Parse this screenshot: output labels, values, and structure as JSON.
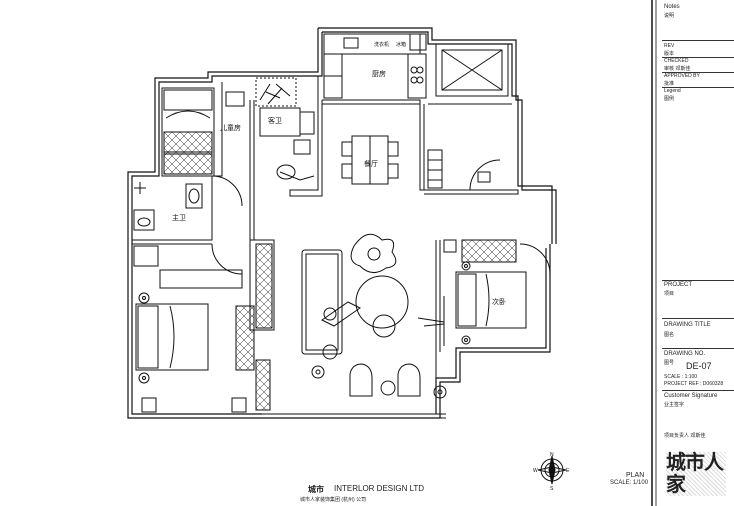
{
  "rooms": {
    "kids_room": "儿童房",
    "guest_bath": "客卫",
    "kitchen": "厨房",
    "dining": "餐厅",
    "master_bath": "主卫",
    "second_bedroom": "次卧",
    "fridge_label": "冰箱",
    "washer_label": "洗衣机"
  },
  "titleblock": {
    "notes": "Notes",
    "notes_val": "说明",
    "rev": "REV",
    "rev_val": "版本",
    "checked": "CHECKED",
    "checked_val": "审核 邓斯佳",
    "approved_by": "APPROVED BY",
    "approved_val": "批准",
    "legend": "Legend",
    "legend_val": "图例",
    "project": "PROJECT",
    "project_val": "项目",
    "drawing_title": "DRAWING TITLE",
    "drawing_title_val": "图名",
    "drawing_no": "DRAWING NO.",
    "drawing_no_val": "图号",
    "drawing_no_code": "DE-07",
    "scale": "SCALE : 1:100",
    "project_ref": "PROJECT REF : D060328",
    "customer_signature": "Customer Signature",
    "customer_val": "业主签字",
    "stamp_text": "项目负责人  邓斯佳",
    "logo_text": "城市人家"
  },
  "company": {
    "logo_mark": "城市",
    "name": "INTERLOR DESIGN LTD",
    "subtitle": "城市人家装饰集团 (杭州) 公司"
  },
  "plan_info": {
    "plan_label": "PLAN",
    "scale_label": "SCALE: 1/100"
  },
  "compass": {
    "n": "N",
    "s": "S",
    "e": "E",
    "w": "W"
  },
  "colors": {
    "ink": "#111111",
    "paper": "#ffffff",
    "hatch": "#555555"
  }
}
